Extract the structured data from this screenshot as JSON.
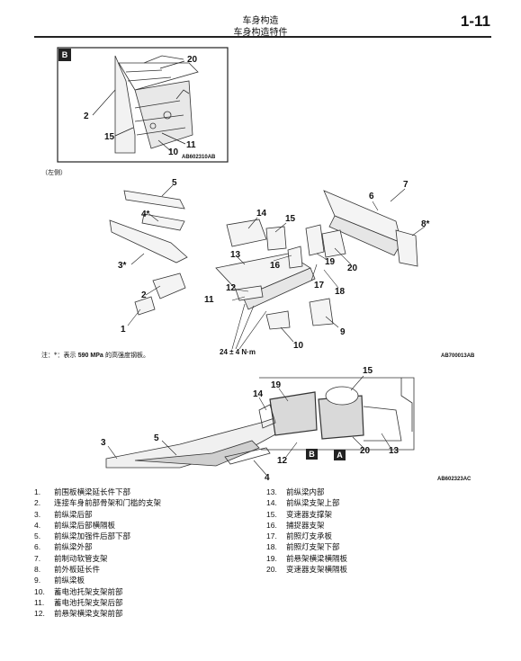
{
  "header": {
    "section": "车身构造",
    "subsection": "车身构造特件",
    "page_number": "1-11"
  },
  "inset_b": {
    "letter": "B",
    "callouts": [
      "20",
      "2",
      "15",
      "11",
      "10"
    ],
    "code": "AB602310AB"
  },
  "exploded": {
    "side_label": "（左侧）",
    "callouts": [
      "5",
      "4*",
      "3*",
      "2",
      "1",
      "14",
      "15",
      "13",
      "12",
      "11",
      "16",
      "17",
      "18",
      "19",
      "20",
      "6",
      "7",
      "8*",
      "9",
      "10"
    ],
    "torque": "24 ± 4 N·m",
    "code": "AB700013AB"
  },
  "note": {
    "prefix": "注：",
    "text_before": "*：表示 ",
    "bold": "590 MPa",
    "text_after": " 的高强度钢板。"
  },
  "bottom_view": {
    "callouts": [
      "15",
      "19",
      "14",
      "3",
      "5",
      "12",
      "20",
      "13",
      "4"
    ],
    "box_b": "B",
    "box_a": "A",
    "code": "AB602323AC"
  },
  "legend_left": [
    {
      "n": "1.",
      "t": "前围板横梁延长件下部"
    },
    {
      "n": "2.",
      "t": "连接车身前部骨架和门槛的支架"
    },
    {
      "n": "3.",
      "t": "前纵梁后部"
    },
    {
      "n": "4.",
      "t": "前纵梁后部横隔板"
    },
    {
      "n": "5.",
      "t": "前纵梁加强件后部下部"
    },
    {
      "n": "6.",
      "t": "前纵梁外部"
    },
    {
      "n": "7.",
      "t": "前制动软管支架"
    },
    {
      "n": "8.",
      "t": "前外板延长件"
    },
    {
      "n": "9.",
      "t": "前纵梁板"
    },
    {
      "n": "10.",
      "t": "蓄电池托架支架前部"
    },
    {
      "n": "11.",
      "t": "蓄电池托架支架后部"
    },
    {
      "n": "12.",
      "t": "前悬架横梁支架前部"
    }
  ],
  "legend_right": [
    {
      "n": "13.",
      "t": "前纵梁内部"
    },
    {
      "n": "14.",
      "t": "前纵梁支架上部"
    },
    {
      "n": "15.",
      "t": "变速器支撑架"
    },
    {
      "n": "16.",
      "t": "捕捉器支架"
    },
    {
      "n": "17.",
      "t": "前照灯支承板"
    },
    {
      "n": "18.",
      "t": "前照灯支架下部"
    },
    {
      "n": "19.",
      "t": "前悬架横梁横隔板"
    },
    {
      "n": "20.",
      "t": "变速器支架横隔板"
    }
  ]
}
